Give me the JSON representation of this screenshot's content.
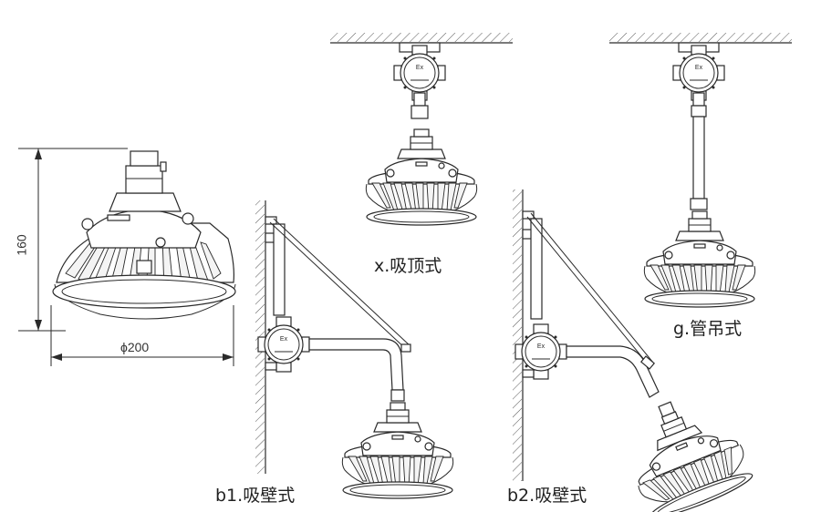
{
  "dimensions": {
    "height_label": "160",
    "diameter_label": "ϕ200"
  },
  "mounts": [
    {
      "id": "ceiling",
      "label": "x.吸顶式"
    },
    {
      "id": "pipe-pendant",
      "label": "g.管吊式"
    },
    {
      "id": "wall-1",
      "label": "b1.吸壁式"
    },
    {
      "id": "wall-2",
      "label": "b2.吸壁式"
    }
  ],
  "junction_box": {
    "mark": "Ex"
  }
}
